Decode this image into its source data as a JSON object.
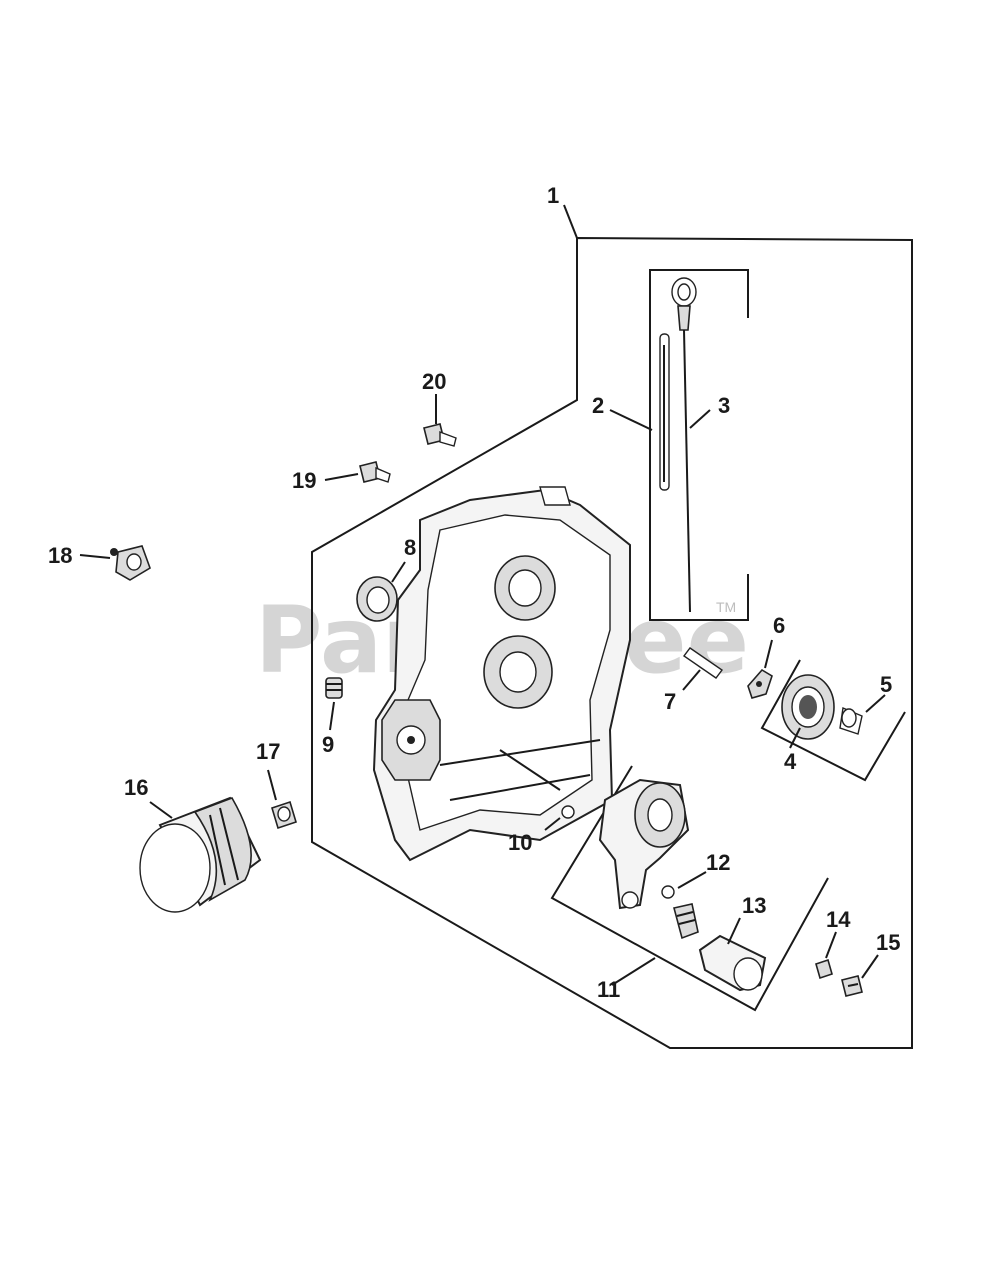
{
  "watermark": {
    "text": "PartsTree",
    "trademark": "TM"
  },
  "labels": {
    "p1": "1",
    "p2": "2",
    "p3": "3",
    "p4": "4",
    "p5": "5",
    "p6": "6",
    "p7": "7",
    "p8": "8",
    "p9": "9",
    "p10": "10",
    "p11": "11",
    "p12": "12",
    "p13": "13",
    "p14": "14",
    "p15": "15",
    "p16": "16",
    "p17": "17",
    "p18": "18",
    "p19": "19",
    "p20": "20"
  }
}
